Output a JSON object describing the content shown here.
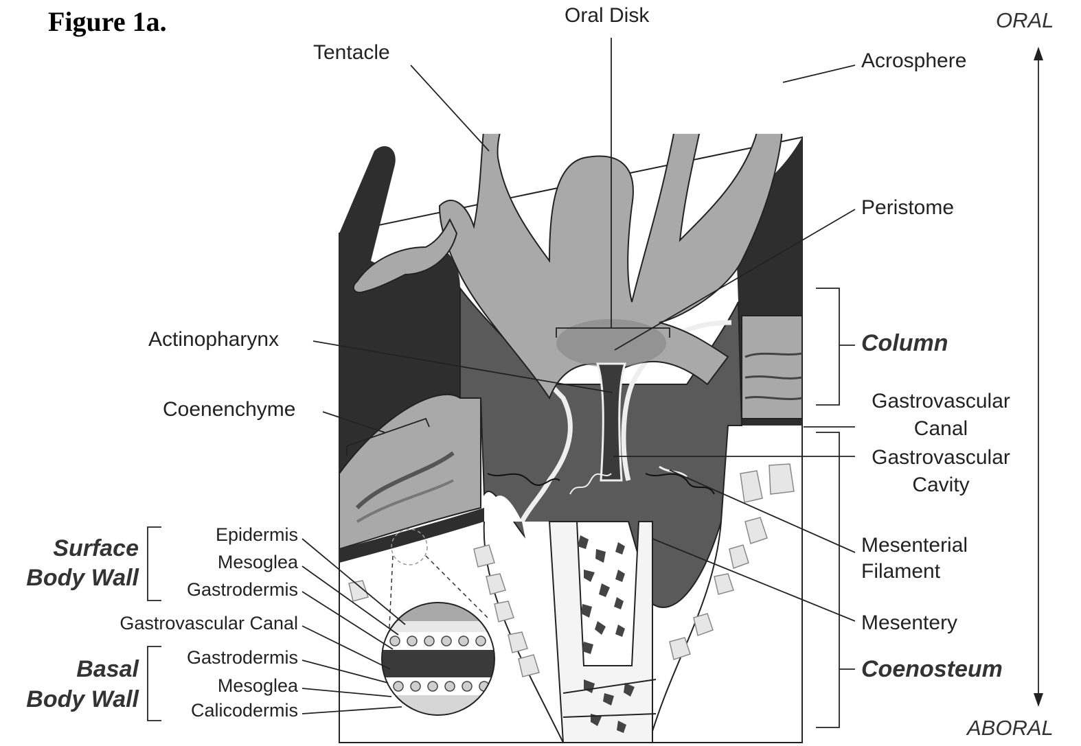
{
  "figure_label": "Figure 1a.",
  "axis": {
    "top": "ORAL",
    "bottom": "ABORAL"
  },
  "labels": {
    "oral_disk": "Oral Disk",
    "tentacle": "Tentacle",
    "acrosphere": "Acrosphere",
    "peristome": "Peristome",
    "actinopharynx": "Actinopharynx",
    "column": "Column",
    "coenenchyme": "Coenenchyme",
    "gastrovascular_canal": [
      "Gastrovascular",
      "Canal"
    ],
    "gastrovascular_cavity": [
      "Gastrovascular",
      "Cavity"
    ],
    "mesenterial_filament": [
      "Mesenterial",
      "Filament"
    ],
    "mesentery": "Mesentery",
    "coenosteum": "Coenosteum"
  },
  "surface_body_wall": {
    "title": [
      "Surface",
      "Body Wall"
    ],
    "layers": [
      "Epidermis",
      "Mesoglea",
      "Gastrodermis"
    ]
  },
  "between_walls": "Gastrovascular Canal",
  "basal_body_wall": {
    "title": [
      "Basal",
      "Body Wall"
    ],
    "layers": [
      "Gastrodermis",
      "Mesoglea",
      "Calicodermis"
    ]
  },
  "colors": {
    "dark_tissue": "#2e2e2e",
    "mid_tissue": "#5a5a5a",
    "light_tissue": "#a9a9a9",
    "pale": "#d6d6d6",
    "line": "#222222"
  }
}
